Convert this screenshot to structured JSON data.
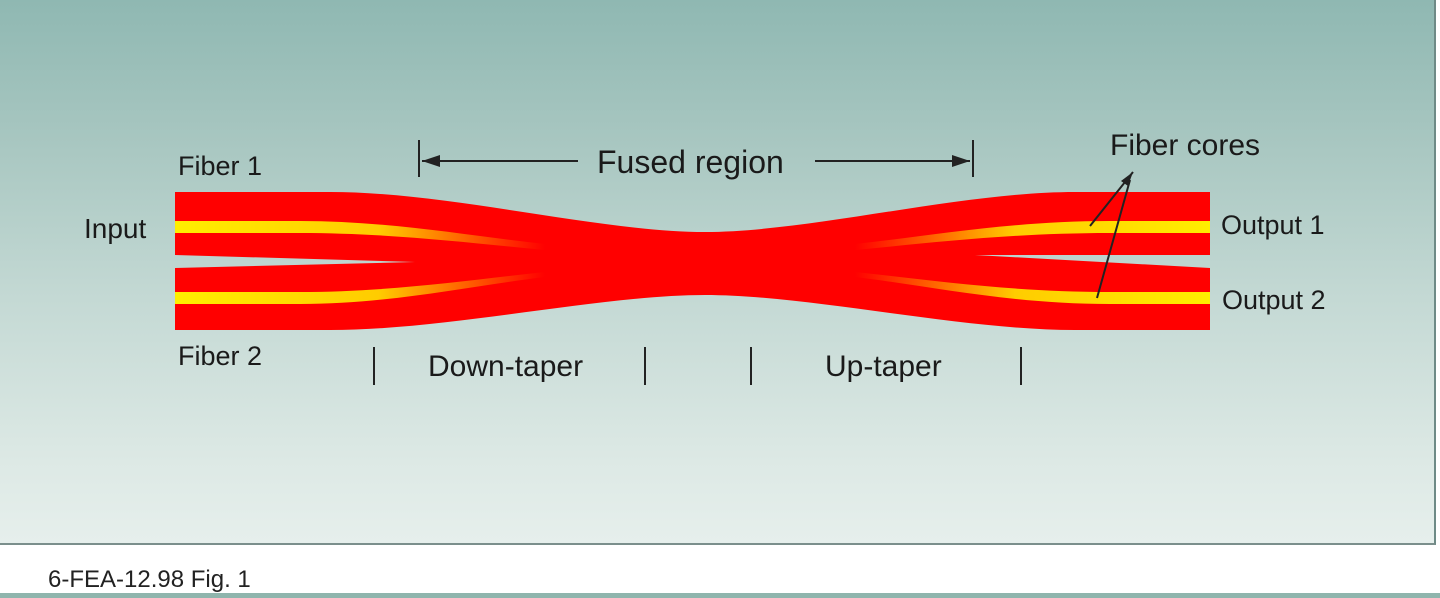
{
  "labels": {
    "fiber1": "Fiber 1",
    "fiber2": "Fiber 2",
    "input": "Input",
    "output1": "Output 1",
    "output2": "Output 2",
    "fused_region": "Fused region",
    "fiber_cores": "Fiber cores",
    "down_taper": "Down-taper",
    "up_taper": "Up-taper"
  },
  "caption": "6-FEA-12.98 Fig. 1",
  "colors": {
    "cladding": "#ff0000",
    "core": "#ffee00",
    "background_top": "#8fb8b2",
    "background_bottom": "#e6efec"
  }
}
